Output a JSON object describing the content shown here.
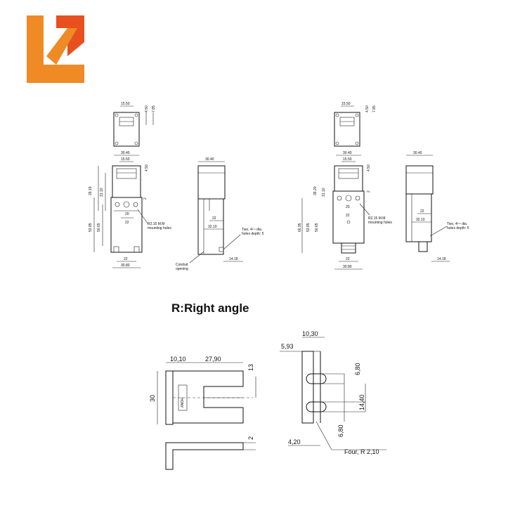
{
  "brand": {
    "logo_colors": {
      "orange": "#f08a24",
      "red": "#e8501e"
    }
  },
  "top_left": {
    "top_view": {
      "w": "15.50",
      "d1": "4.50",
      "d2": "7.85"
    },
    "front_view": {
      "w_top": "30.40",
      "w_inner": "15.50",
      "d1": "4.50",
      "h1": "29.19",
      "h2": "31.10",
      "h3": "53.85",
      "h4": "50.65",
      "slot": "20",
      "gap": "2",
      "width_mid": "22",
      "w_bottom1": "22",
      "w_bottom2": "30.80",
      "note_mount": "R2.15 M.M",
      "note_mount2": "mounting holes"
    },
    "side_view": {
      "w_top": "30.40",
      "mid": "22",
      "mid2": "32.10",
      "bottom": "14.18",
      "note_holes": "Two, 4²·¹ dia.",
      "note_holes2": "holes depth: 5",
      "note_conduit": "Conduit",
      "note_conduit2": "opening"
    }
  },
  "top_right": {
    "top_view": {
      "w": "15.50",
      "d1": "4.50",
      "d2": "7.85"
    },
    "front_view": {
      "w_top": "30.40",
      "w_inner": "15.50",
      "d1": "4.50",
      "h1": "39.20",
      "h2": "31.10",
      "h3": "66.95",
      "h4": "53.85",
      "h5": "50.65",
      "slot": "20",
      "gap": "2",
      "width_mid": "22",
      "w_bottom1": "22",
      "w_bottom2": "30.80",
      "note_mount": "R2.15 M.M",
      "note_mount2": "mounting holes"
    },
    "side_view": {
      "w_top": "30.40",
      "mid": "22",
      "mid2": "32.10",
      "bottom": "14.18",
      "note_holes": "Two, 4²·¹ dia.",
      "note_holes2": "holes depth: 5"
    }
  },
  "actuator": {
    "title": "R:Right angle",
    "left": {
      "w1": "10,10",
      "w2": "27,90",
      "h": "30",
      "slot_h": "13",
      "thick": "2",
      "label": "HONY"
    },
    "right": {
      "w_top": "10,30",
      "w_off": "5,93",
      "s1": "6,80",
      "s2": "14,40",
      "s3": "6,80",
      "w_bottom": "4,20",
      "note": "Four, R 2,10"
    }
  }
}
